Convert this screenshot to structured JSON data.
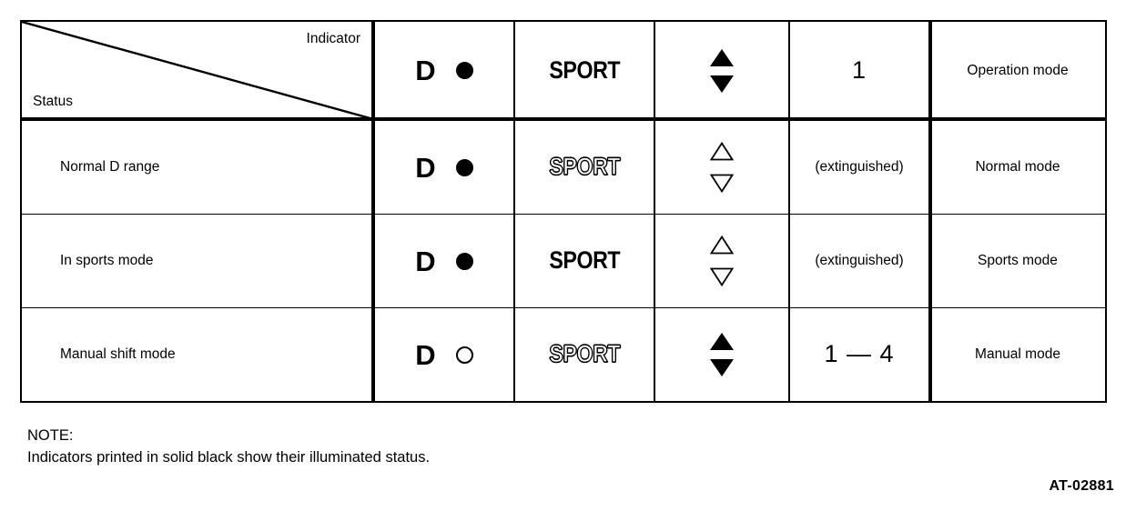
{
  "table": {
    "corner": {
      "top_right_label": "Indicator",
      "bottom_left_label": "Status"
    },
    "columns": [
      {
        "key": "status",
        "header": ""
      },
      {
        "key": "d",
        "header": "D"
      },
      {
        "key": "sport",
        "header": "SPORT"
      },
      {
        "key": "triangles",
        "header": "triangle-up-down"
      },
      {
        "key": "gear",
        "header": "1"
      },
      {
        "key": "mode",
        "header": "Operation mode"
      }
    ],
    "header": {
      "d_letter": "D",
      "d_dot_state": "on",
      "sport_label": "SPORT",
      "sport_state": "on",
      "tri_up_state": "on",
      "tri_down_state": "on",
      "gear": "1",
      "mode": "Operation mode"
    },
    "rows": [
      {
        "status": "Normal D range",
        "d_letter": "D",
        "d_dot_state": "on",
        "sport_label": "SPORT",
        "sport_state": "off",
        "tri_up_state": "off",
        "tri_down_state": "off",
        "gear": "(extinguished)",
        "gear_style": "small",
        "mode": "Normal mode"
      },
      {
        "status": "In sports mode",
        "d_letter": "D",
        "d_dot_state": "on",
        "sport_label": "SPORT",
        "sport_state": "on",
        "tri_up_state": "off",
        "tri_down_state": "off",
        "gear": "(extinguished)",
        "gear_style": "small",
        "mode": "Sports mode"
      },
      {
        "status": "Manual shift mode",
        "d_letter": "D",
        "d_dot_state": "off",
        "sport_label": "SPORT",
        "sport_state": "off",
        "tri_up_state": "on",
        "tri_down_state": "on",
        "gear": "1 — 4",
        "gear_style": "big",
        "mode": "Manual mode"
      }
    ]
  },
  "note": {
    "title": "NOTE:",
    "body": "Indicators printed in solid black show their illuminated status."
  },
  "figure_id": "AT-02881",
  "colors": {
    "ink": "#000000",
    "paper": "#ffffff"
  }
}
